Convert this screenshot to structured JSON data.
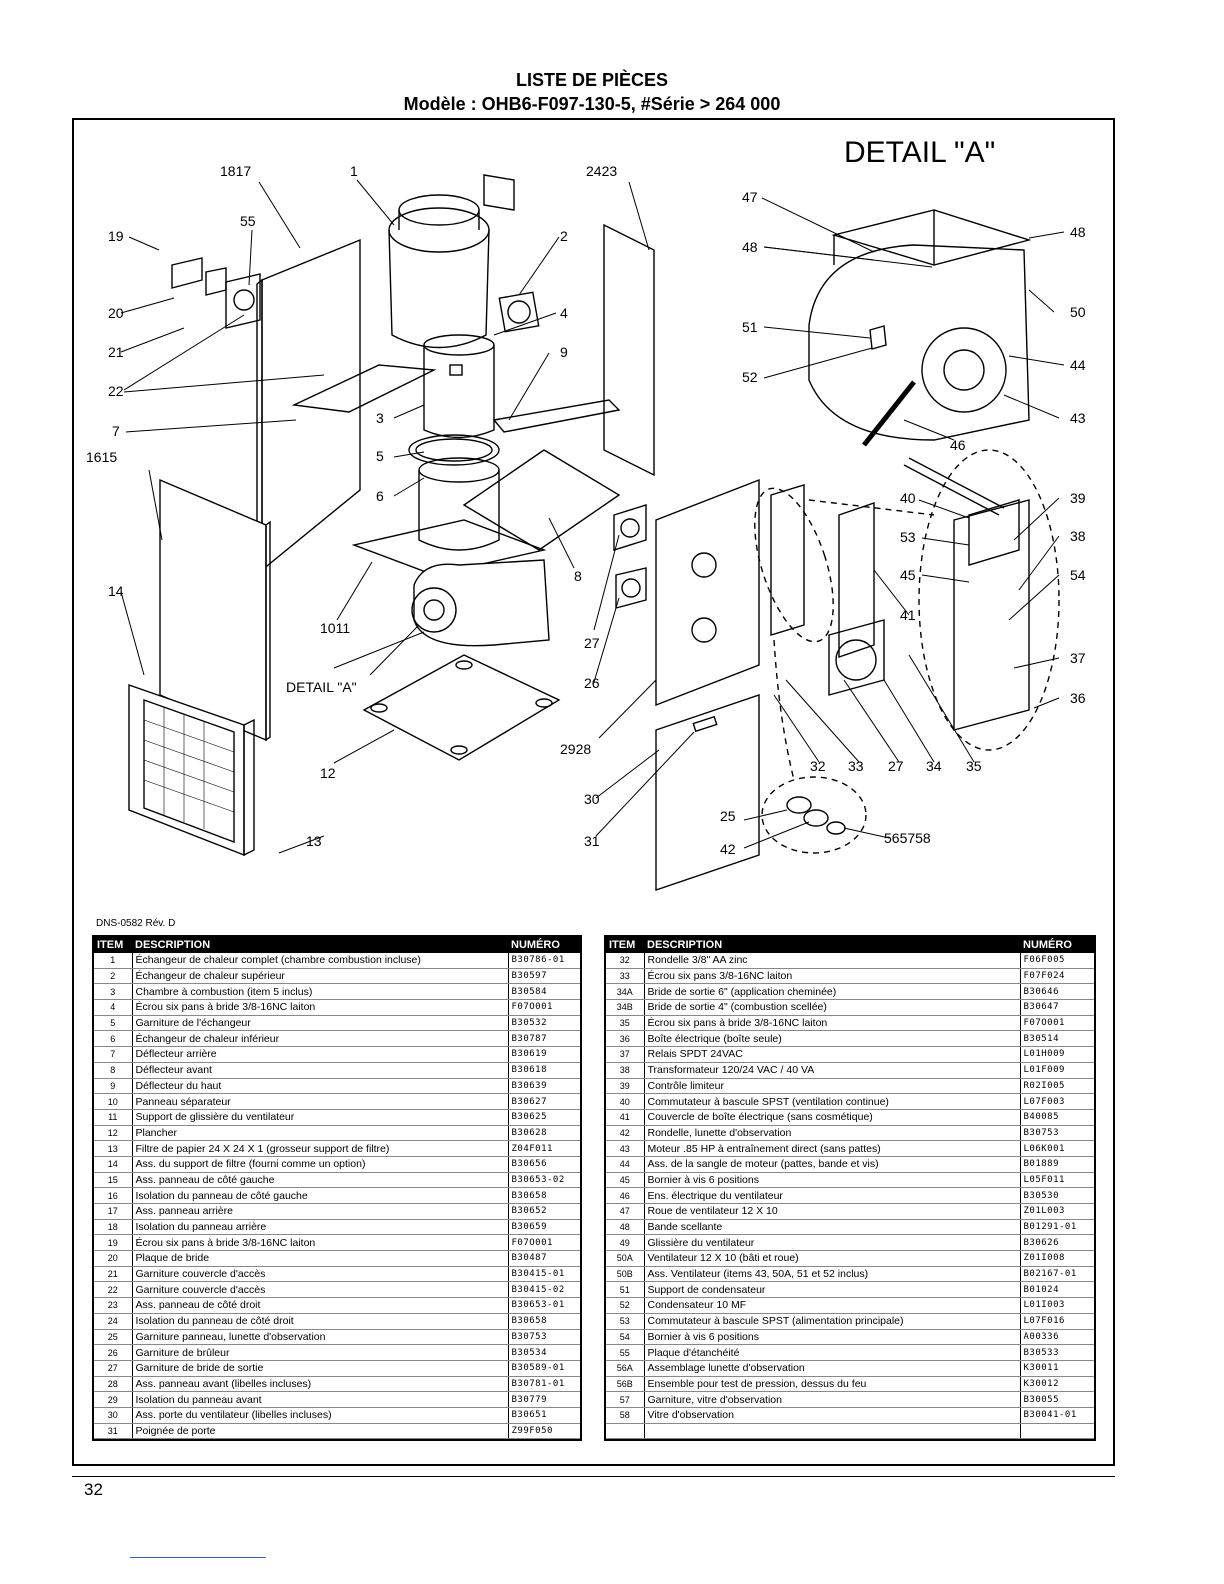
{
  "header": {
    "title": "LISTE DE PIÈCES",
    "subtitle": "Modèle : OHB6-F097-130-5, #Série > 264 000"
  },
  "diagram": {
    "detail_title": "DETAIL \"A\"",
    "detail_label": "DETAIL \"A\"",
    "callouts": {
      "c1817": "1817",
      "c1": "1",
      "c2423": "2423",
      "c19": "19",
      "c55": "55",
      "c2": "2",
      "c20": "20",
      "c4": "4",
      "c21": "21",
      "c9": "9",
      "c22": "22",
      "c3": "3",
      "c7": "7",
      "c1615": "1615",
      "c5": "5",
      "c6": "6",
      "c8": "8",
      "c14": "14",
      "c1011": "1011",
      "c27a": "27",
      "c26": "26",
      "c2928": "2928",
      "c12": "12",
      "c30": "30",
      "c31": "31",
      "c13": "13",
      "c32": "32",
      "c33": "33",
      "c27b": "27",
      "c34": "34",
      "c35": "35",
      "c25": "25",
      "c42": "42",
      "c565758": "565758",
      "c47": "47",
      "c48a": "48",
      "c48b": "48",
      "c50": "50",
      "c51": "51",
      "c44": "44",
      "c52": "52",
      "c43": "43",
      "c46": "46",
      "c40": "40",
      "c39": "39",
      "c53": "53",
      "c38": "38",
      "c45": "45",
      "c54": "54",
      "c41": "41",
      "c37": "37",
      "c36": "36"
    }
  },
  "doc_ref": "DNS-0582 Rév. D",
  "table_headers": {
    "item": "ITEM",
    "description": "DESCRIPTION",
    "numero": "NUMÉRO"
  },
  "parts_left": [
    {
      "item": "1",
      "desc": "Échangeur de chaleur complet (chambre combustion incluse)",
      "num": "B30786-01"
    },
    {
      "item": "2",
      "desc": "Échangeur de chaleur supérieur",
      "num": "B30597"
    },
    {
      "item": "3",
      "desc": "Chambre à combustion (item 5 inclus)",
      "num": "B30584"
    },
    {
      "item": "4",
      "desc": "Écrou six pans à bride 3/8-16NC laiton",
      "num": "F07O001"
    },
    {
      "item": "5",
      "desc": "Garniture de l'échangeur",
      "num": "B30532"
    },
    {
      "item": "6",
      "desc": "Échangeur de chaleur inférieur",
      "num": "B30787"
    },
    {
      "item": "7",
      "desc": "Déflecteur arrière",
      "num": "B30619"
    },
    {
      "item": "8",
      "desc": "Déflecteur avant",
      "num": "B30618"
    },
    {
      "item": "9",
      "desc": "Déflecteur du haut",
      "num": "B30639"
    },
    {
      "item": "10",
      "desc": "Panneau séparateur",
      "num": "B30627"
    },
    {
      "item": "11",
      "desc": "Support de glissière du ventilateur",
      "num": "B30625"
    },
    {
      "item": "12",
      "desc": "Plancher",
      "num": "B30628"
    },
    {
      "item": "13",
      "desc": "Filtre de papier 24 X 24 X 1 (grosseur support de filtre)",
      "num": "Z04F011"
    },
    {
      "item": "14",
      "desc": "Ass. du support de filtre (fourni comme un option)",
      "num": "B30656"
    },
    {
      "item": "15",
      "desc": "Ass. panneau de côté gauche",
      "num": "B30653-02"
    },
    {
      "item": "16",
      "desc": "Isolation du panneau de côté gauche",
      "num": "B30658"
    },
    {
      "item": "17",
      "desc": "Ass. panneau arrière",
      "num": "B30652"
    },
    {
      "item": "18",
      "desc": "Isolation du panneau arrière",
      "num": "B30659"
    },
    {
      "item": "19",
      "desc": "Écrou six pans à bride 3/8-16NC laiton",
      "num": "F07O001"
    },
    {
      "item": "20",
      "desc": "Plaque de bride",
      "num": "B30487"
    },
    {
      "item": "21",
      "desc": "Garniture couvercle d'accès",
      "num": "B30415-01"
    },
    {
      "item": "22",
      "desc": "Garniture couvercle d'accès",
      "num": "B30415-02"
    },
    {
      "item": "23",
      "desc": "Ass. panneau de côté droit",
      "num": "B30653-01"
    },
    {
      "item": "24",
      "desc": "Isolation du panneau de côté droit",
      "num": "B30658"
    },
    {
      "item": "25",
      "desc": "Garniture panneau, lunette d'observation",
      "num": "B30753"
    },
    {
      "item": "26",
      "desc": "Garniture de brûleur",
      "num": "B30534"
    },
    {
      "item": "27",
      "desc": "Garniture de bride de sortie",
      "num": "B30589-01"
    },
    {
      "item": "28",
      "desc": "Ass. panneau avant (libelles incluses)",
      "num": "B30781-01"
    },
    {
      "item": "29",
      "desc": "Isolation du panneau avant",
      "num": "B30779"
    },
    {
      "item": "30",
      "desc": "Ass. porte du ventilateur (libelles incluses)",
      "num": "B30651"
    },
    {
      "item": "31",
      "desc": "Poignée de porte",
      "num": "Z99F050"
    }
  ],
  "parts_right": [
    {
      "item": "32",
      "desc": "Rondelle 3/8\" AA zinc",
      "num": "F06F005"
    },
    {
      "item": "33",
      "desc": "Écrou six pans 3/8-16NC laiton",
      "num": "F07F024"
    },
    {
      "item": "34A",
      "desc": "Bride de sortie 6\" (application cheminée)",
      "num": "B30646"
    },
    {
      "item": "34B",
      "desc": "Bride de sortie 4\" (combustion scellée)",
      "num": "B30647"
    },
    {
      "item": "35",
      "desc": "Écrou six pans à bride 3/8-16NC laiton",
      "num": "F07O001"
    },
    {
      "item": "36",
      "desc": "Boîte électrique (boîte seule)",
      "num": "B30514"
    },
    {
      "item": "37",
      "desc": "Relais SPDT 24VAC",
      "num": "L01H009"
    },
    {
      "item": "38",
      "desc": "Transformateur 120/24 VAC / 40 VA",
      "num": "L01F009"
    },
    {
      "item": "39",
      "desc": "Contrôle limiteur",
      "num": "R02I005"
    },
    {
      "item": "40",
      "desc": "Commutateur à bascule SPST (ventilation continue)",
      "num": "L07F003"
    },
    {
      "item": "41",
      "desc": "Couvercle de boîte électrique (sans cosmétique)",
      "num": "B40085"
    },
    {
      "item": "42",
      "desc": "Rondelle, lunette d'observation",
      "num": "B30753"
    },
    {
      "item": "43",
      "desc": "Moteur .85 HP à entraînement direct (sans pattes)",
      "num": "L06K001"
    },
    {
      "item": "44",
      "desc": "Ass. de la sangle de moteur (pattes, bande et vis)",
      "num": "B01889"
    },
    {
      "item": "45",
      "desc": "Bornier à vis 6 positions",
      "num": "L05F011"
    },
    {
      "item": "46",
      "desc": "Ens. électrique du ventilateur",
      "num": "B30530"
    },
    {
      "item": "47",
      "desc": "Roue de ventilateur 12 X 10",
      "num": "Z01L003"
    },
    {
      "item": "48",
      "desc": "Bande scellante",
      "num": "B01291-01"
    },
    {
      "item": "49",
      "desc": "Glissière du ventilateur",
      "num": "B30626"
    },
    {
      "item": "50A",
      "desc": "Ventilateur 12 X 10 (bâti et roue)",
      "num": "Z01I008"
    },
    {
      "item": "50B",
      "desc": "Ass. Ventilateur (items 43, 50A, 51 et 52 inclus)",
      "num": "B02167-01"
    },
    {
      "item": "51",
      "desc": "Support de condensateur",
      "num": "B01024"
    },
    {
      "item": "52",
      "desc": "Condensateur 10 MF",
      "num": "L01I003"
    },
    {
      "item": "53",
      "desc": "Commutateur à bascule SPST (alimentation principale)",
      "num": "L07F016"
    },
    {
      "item": "54",
      "desc": "Bornier à vis 6 positions",
      "num": "A00336"
    },
    {
      "item": "55",
      "desc": "Plaque d'étanchéité",
      "num": "B30533"
    },
    {
      "item": "56A",
      "desc": "Assemblage lunette d'observation",
      "num": "K30011"
    },
    {
      "item": "56B",
      "desc": "Ensemble pour test de pression, dessus du feu",
      "num": "K30012"
    },
    {
      "item": "57",
      "desc": "Garniture, vitre d'observation",
      "num": "B30055"
    },
    {
      "item": "58",
      "desc": "Vitre d'observation",
      "num": "B30041-01"
    },
    {
      "item": "",
      "desc": "",
      "num": ""
    }
  ],
  "footer": {
    "page_number": "32"
  }
}
